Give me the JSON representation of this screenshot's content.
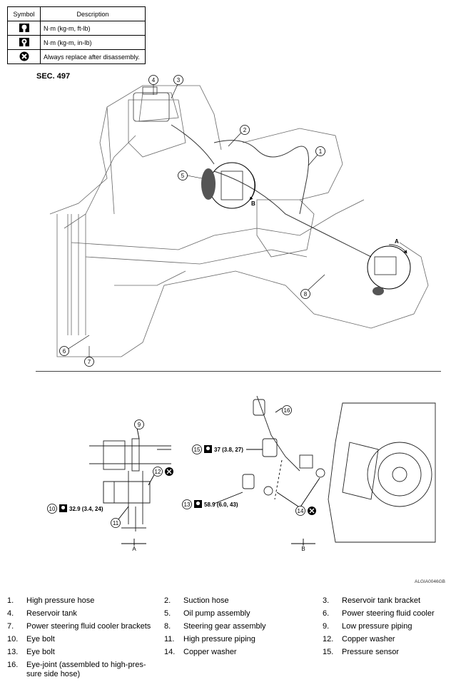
{
  "symbol_table": {
    "headers": {
      "symbol": "Symbol",
      "description": "Description"
    },
    "rows": [
      {
        "icon": "torque-wrench-icon",
        "text": "N·m (kg-m, ft-lb)"
      },
      {
        "icon": "torque-wrench-small-icon",
        "text": "N·m (kg-m, in-lb)"
      },
      {
        "icon": "replace-x-icon",
        "text": "Always replace after disassembly."
      }
    ]
  },
  "section_label": "SEC. 497",
  "callouts": {
    "c1": "1",
    "c2": "2",
    "c3": "3",
    "c4": "4",
    "c5": "5",
    "c6": "6",
    "c7": "7",
    "c8": "8",
    "c9": "9",
    "c11": "11",
    "c12": "12",
    "c14": "14",
    "c16": "16",
    "view_a": "A",
    "view_b": "B",
    "label_a_bottom": "A",
    "label_b_bottom": "B"
  },
  "torques": {
    "t10": {
      "num": "10",
      "value": "32.9 (3.4, 24)"
    },
    "t13": {
      "num": "13",
      "value": "58.9 (6.0, 43)"
    },
    "t15": {
      "num": "15",
      "value": "37 (3.8, 27)"
    }
  },
  "figure_code": "ALGIA0046GB",
  "legend": [
    {
      "num": "1.",
      "label": "High pressure hose"
    },
    {
      "num": "2.",
      "label": "Suction hose"
    },
    {
      "num": "3.",
      "label": "Reservoir tank bracket"
    },
    {
      "num": "4.",
      "label": "Reservoir tank"
    },
    {
      "num": "5.",
      "label": "Oil pump assembly"
    },
    {
      "num": "6.",
      "label": "Power steering fluid cooler"
    },
    {
      "num": "7.",
      "label": "Power steering fluid cooler brackets"
    },
    {
      "num": "8.",
      "label": "Steering gear assembly"
    },
    {
      "num": "9.",
      "label": "Low pressure piping"
    },
    {
      "num": "10.",
      "label": "Eye bolt"
    },
    {
      "num": "11.",
      "label": "High pressure piping"
    },
    {
      "num": "12.",
      "label": "Copper washer"
    },
    {
      "num": "13.",
      "label": "Eye bolt"
    },
    {
      "num": "14.",
      "label": "Copper washer"
    },
    {
      "num": "15.",
      "label": "Pressure sensor"
    },
    {
      "num": "16.",
      "label": "Eye-joint (assembled to high-pres-sure side hose)"
    }
  ]
}
